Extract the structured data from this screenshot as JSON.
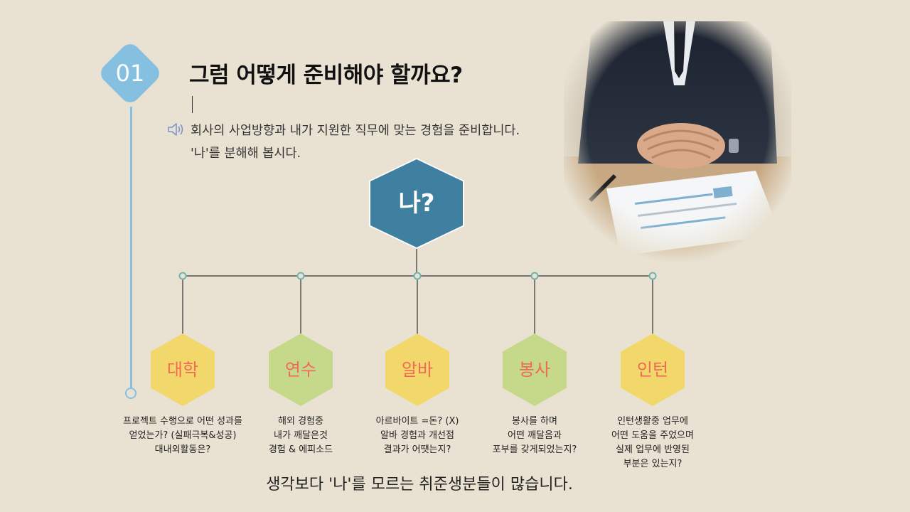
{
  "step": {
    "number": "01"
  },
  "title": "그럼 어떻게 준비해야 할까요?",
  "description": {
    "line1": "회사의 사업방향과 내가 지원한 직무에 맞는 경험을 준비합니다.",
    "line2": "'나'를 분해해 봅시다."
  },
  "root": {
    "label": "나?"
  },
  "nodes": [
    {
      "label": "대학",
      "caption": [
        "프로젝트 수행으로 어떤 성과를",
        "얻었는가? (실패극복&성공)",
        "대내외활동은?"
      ]
    },
    {
      "label": "연수",
      "caption": [
        "해외 경험중",
        "내가 깨달은것",
        "경험 & 에피소드"
      ]
    },
    {
      "label": "알바",
      "caption": [
        "아르바이트 =돈? (X)",
        "알바 경험과 개선점",
        "결과가 어땟는지?"
      ]
    },
    {
      "label": "봉사",
      "caption": [
        "봉사를 하며",
        "어떤 깨달음과",
        "포부를 갖게되었는지?"
      ]
    },
    {
      "label": "인턴",
      "caption": [
        "인턴생활중 업무에",
        "어떤 도움을 주었으며",
        "실제 업무에 반영된",
        "부분은 있는지?"
      ]
    }
  ],
  "footer": "생각보다 '나'를 모르는 취준생분들이 많습니다.",
  "colors": {
    "background": "#e9e2d3",
    "accent_blue": "#86c0e0",
    "root_hex": "#3f7f9f",
    "hex_yellow": "#f2d76a",
    "hex_green": "#c6d98a",
    "hex_text": "#ef6b57"
  },
  "icons": {
    "speaker": "speaker-icon"
  }
}
